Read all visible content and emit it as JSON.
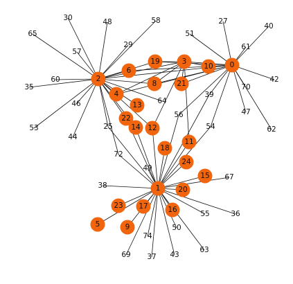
{
  "graph": {
    "colors": {
      "node_fill": "#f0650e",
      "edge": "#111111",
      "background": "#ffffff"
    },
    "nodes": [
      {
        "id": "0",
        "kind": "hub"
      },
      {
        "id": "1",
        "kind": "hub"
      },
      {
        "id": "2",
        "kind": "hub"
      },
      {
        "id": "3",
        "kind": "hub"
      },
      {
        "id": "4",
        "kind": "hub"
      },
      {
        "id": "5",
        "kind": "hub"
      },
      {
        "id": "6",
        "kind": "hub"
      },
      {
        "id": "8",
        "kind": "hub"
      },
      {
        "id": "9",
        "kind": "hub"
      },
      {
        "id": "10",
        "kind": "hub"
      },
      {
        "id": "11",
        "kind": "hub"
      },
      {
        "id": "12",
        "kind": "hub"
      },
      {
        "id": "13",
        "kind": "hub"
      },
      {
        "id": "14",
        "kind": "hub"
      },
      {
        "id": "15",
        "kind": "hub"
      },
      {
        "id": "16",
        "kind": "hub"
      },
      {
        "id": "17",
        "kind": "hub"
      },
      {
        "id": "18",
        "kind": "hub"
      },
      {
        "id": "19",
        "kind": "hub"
      },
      {
        "id": "20",
        "kind": "hub"
      },
      {
        "id": "21",
        "kind": "hub"
      },
      {
        "id": "22",
        "kind": "hub"
      },
      {
        "id": "23",
        "kind": "hub"
      },
      {
        "id": "24",
        "kind": "hub"
      },
      {
        "id": "25",
        "kind": "leaf"
      },
      {
        "id": "27",
        "kind": "leaf"
      },
      {
        "id": "29",
        "kind": "leaf"
      },
      {
        "id": "30",
        "kind": "leaf"
      },
      {
        "id": "35",
        "kind": "leaf"
      },
      {
        "id": "36",
        "kind": "leaf"
      },
      {
        "id": "37",
        "kind": "leaf"
      },
      {
        "id": "38",
        "kind": "leaf"
      },
      {
        "id": "39",
        "kind": "leaf"
      },
      {
        "id": "40",
        "kind": "leaf"
      },
      {
        "id": "42",
        "kind": "leaf"
      },
      {
        "id": "43",
        "kind": "leaf"
      },
      {
        "id": "44",
        "kind": "leaf"
      },
      {
        "id": "46",
        "kind": "leaf"
      },
      {
        "id": "47",
        "kind": "leaf"
      },
      {
        "id": "48",
        "kind": "leaf"
      },
      {
        "id": "49",
        "kind": "leaf"
      },
      {
        "id": "50",
        "kind": "leaf"
      },
      {
        "id": "51",
        "kind": "leaf"
      },
      {
        "id": "53",
        "kind": "leaf"
      },
      {
        "id": "54",
        "kind": "leaf"
      },
      {
        "id": "55",
        "kind": "leaf"
      },
      {
        "id": "56",
        "kind": "leaf"
      },
      {
        "id": "57",
        "kind": "leaf"
      },
      {
        "id": "58",
        "kind": "leaf"
      },
      {
        "id": "60",
        "kind": "leaf"
      },
      {
        "id": "61",
        "kind": "leaf"
      },
      {
        "id": "62",
        "kind": "leaf"
      },
      {
        "id": "63",
        "kind": "leaf"
      },
      {
        "id": "64",
        "kind": "leaf"
      },
      {
        "id": "65",
        "kind": "leaf"
      },
      {
        "id": "67",
        "kind": "leaf"
      },
      {
        "id": "69",
        "kind": "leaf"
      },
      {
        "id": "70",
        "kind": "leaf"
      },
      {
        "id": "72",
        "kind": "leaf"
      },
      {
        "id": "74",
        "kind": "leaf"
      }
    ],
    "edges": [
      [
        "2",
        "30"
      ],
      [
        "2",
        "48"
      ],
      [
        "2",
        "58"
      ],
      [
        "2",
        "29"
      ],
      [
        "2",
        "65"
      ],
      [
        "2",
        "57"
      ],
      [
        "2",
        "60"
      ],
      [
        "2",
        "35"
      ],
      [
        "2",
        "46"
      ],
      [
        "2",
        "53"
      ],
      [
        "2",
        "44"
      ],
      [
        "2",
        "25"
      ],
      [
        "2",
        "72"
      ],
      [
        "2",
        "64"
      ],
      [
        "2",
        "6"
      ],
      [
        "2",
        "19"
      ],
      [
        "2",
        "3"
      ],
      [
        "2",
        "4"
      ],
      [
        "2",
        "8"
      ],
      [
        "2",
        "13"
      ],
      [
        "2",
        "22"
      ],
      [
        "2",
        "14"
      ],
      [
        "2",
        "12"
      ],
      [
        "2",
        "0"
      ],
      [
        "0",
        "27"
      ],
      [
        "0",
        "51"
      ],
      [
        "0",
        "40"
      ],
      [
        "0",
        "61"
      ],
      [
        "0",
        "42"
      ],
      [
        "0",
        "70"
      ],
      [
        "0",
        "47"
      ],
      [
        "0",
        "62"
      ],
      [
        "0",
        "39"
      ],
      [
        "0",
        "54"
      ],
      [
        "0",
        "56"
      ],
      [
        "0",
        "3"
      ],
      [
        "0",
        "10"
      ],
      [
        "0",
        "19"
      ],
      [
        "0",
        "21"
      ],
      [
        "0",
        "8"
      ],
      [
        "0",
        "6"
      ],
      [
        "0",
        "4"
      ],
      [
        "3",
        "19"
      ],
      [
        "3",
        "10"
      ],
      [
        "3",
        "21"
      ],
      [
        "3",
        "8"
      ],
      [
        "3",
        "11"
      ],
      [
        "3",
        "4"
      ],
      [
        "3",
        "12"
      ],
      [
        "1",
        "38"
      ],
      [
        "1",
        "49"
      ],
      [
        "1",
        "72"
      ],
      [
        "1",
        "25"
      ],
      [
        "1",
        "22"
      ],
      [
        "1",
        "14"
      ],
      [
        "1",
        "12"
      ],
      [
        "1",
        "18"
      ],
      [
        "1",
        "11"
      ],
      [
        "1",
        "24"
      ],
      [
        "1",
        "15"
      ],
      [
        "1",
        "20"
      ],
      [
        "1",
        "67"
      ],
      [
        "1",
        "16"
      ],
      [
        "1",
        "55"
      ],
      [
        "1",
        "36"
      ],
      [
        "1",
        "50"
      ],
      [
        "1",
        "63"
      ],
      [
        "1",
        "43"
      ],
      [
        "1",
        "37"
      ],
      [
        "1",
        "74"
      ],
      [
        "1",
        "69"
      ],
      [
        "1",
        "9"
      ],
      [
        "1",
        "17"
      ],
      [
        "1",
        "23"
      ],
      [
        "1",
        "5"
      ],
      [
        "1",
        "54"
      ],
      [
        "1",
        "56"
      ],
      [
        "1",
        "39"
      ]
    ]
  }
}
